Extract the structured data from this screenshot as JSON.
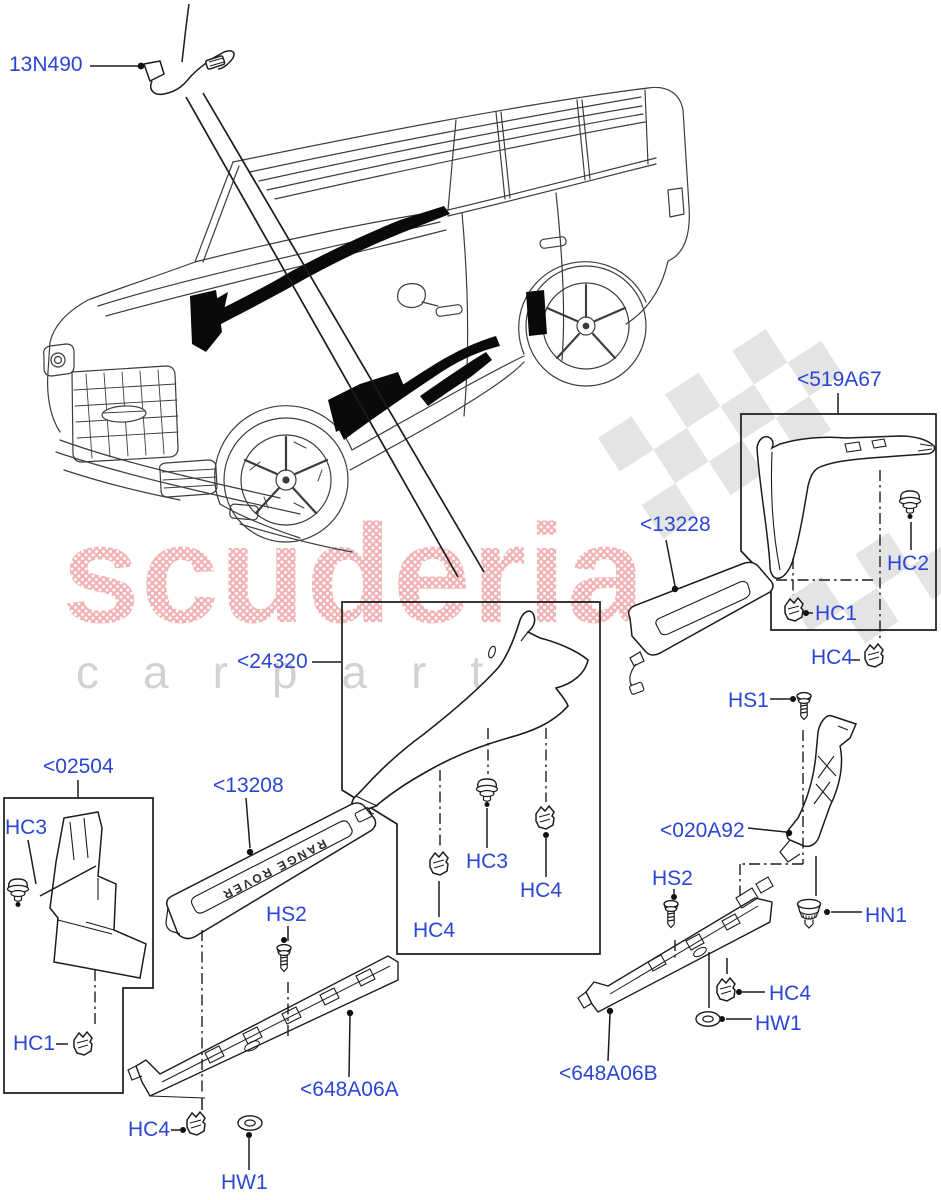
{
  "page": {
    "background": "#ffffff"
  },
  "watermark": {
    "brand": "scuderia",
    "tagline": "carparts",
    "brand_color": "#f2b0b2",
    "tagline_color": "#d2d2d2"
  },
  "vehicle": {
    "model_text": "RANGE ROVER"
  },
  "colors": {
    "callout_blue": "#2b45d6",
    "line_black": "#1c1c1c",
    "checker_gray": "#dedede",
    "highlight_black": "#0a0a0a"
  },
  "callouts": {
    "wire_13n490": "13N490",
    "pillar_trim_519a67": "<519A67",
    "rear_tread_13228": "<13228",
    "quarter_trim_24320": "<24320",
    "bracket_02504": "<02504",
    "hc3_left": "HC3",
    "hc1_left": "HC1",
    "front_sill_13208": "<13208",
    "hs2_left": "HS2",
    "deflector_648a06a": "<648A06A",
    "hc4_bottom_left": "HC4",
    "hw1_bottom_left": "HW1",
    "hc3_box": "HC3",
    "hc4_box_right": "HC4",
    "hc4_box_bottom": "HC4",
    "hc1_pillar": "HC1",
    "hc2_pillar": "HC2",
    "hc4_pillar": "HC4",
    "hs1_right": "HS1",
    "bracket_020a92": "<020A92",
    "hn1_right": "HN1",
    "hs2_right": "HS2",
    "deflector_648a06b": "<648A06B",
    "hc4_right": "HC4",
    "hw1_right": "HW1"
  }
}
